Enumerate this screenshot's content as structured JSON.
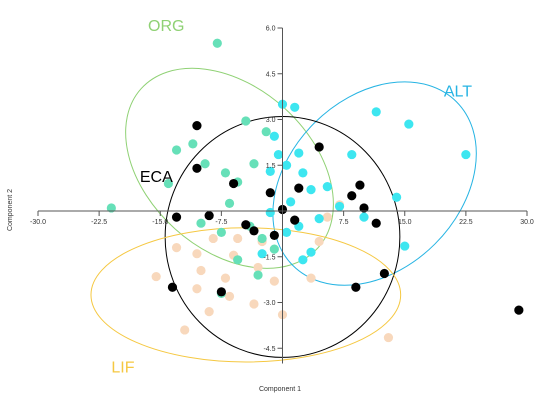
{
  "chart_data": {
    "type": "scatter",
    "xlabel": "Component 1",
    "ylabel": "Component 2",
    "xlim": [
      -30,
      30
    ],
    "ylim": [
      -5.0,
      6.0
    ],
    "xticks": [
      -30.0,
      -22.5,
      -15.0,
      -7.5,
      0,
      7.5,
      15.0,
      22.5,
      30.0
    ],
    "xtick_labels": [
      "-30.0",
      "-22.5",
      "-15.0",
      "-7.5",
      "",
      "7.5",
      "15.0",
      "22.5",
      "30.0"
    ],
    "yticks": [
      -4.5,
      -3.0,
      -1.5,
      1.5,
      3.0,
      4.5,
      6.0
    ],
    "ytick_labels": [
      "-4.5",
      "-3.0",
      "-1.5",
      "1.5",
      "3.0",
      "4.5",
      "6.0"
    ],
    "grid": false,
    "series": [
      {
        "name": "ORG",
        "color": "#8fd174",
        "point_color": "#66e0b8",
        "label_at": [
          -16.5,
          5.9
        ],
        "ellipse": {
          "center": [
            -6.5,
            1.4
          ],
          "rx": 10.0,
          "ry": 3.9,
          "rotation_deg": -48
        },
        "points": [
          [
            -21,
            0.1
          ],
          [
            -8,
            5.5
          ],
          [
            -13,
            2.0
          ],
          [
            -14,
            0.9
          ],
          [
            -11,
            2.2
          ],
          [
            -9.5,
            1.55
          ],
          [
            -7.0,
            1.25
          ],
          [
            -5.5,
            0.95
          ],
          [
            -3.5,
            1.55
          ],
          [
            -4.5,
            2.95
          ],
          [
            -2.0,
            2.6
          ],
          [
            -6.5,
            0.25
          ],
          [
            -10.0,
            -0.4
          ],
          [
            -7.5,
            -0.7
          ],
          [
            -4.0,
            -0.5
          ],
          [
            -2.5,
            -0.9
          ],
          [
            -1.0,
            -1.25
          ],
          [
            -5.5,
            -1.6
          ],
          [
            -3.0,
            -2.1
          ],
          [
            -7.5,
            -2.7
          ]
        ]
      },
      {
        "name": "ALT",
        "color": "#27b4e3",
        "point_color": "#3de6f0",
        "label_at": [
          19.8,
          3.75
        ],
        "ellipse": {
          "center": [
            11.3,
            0.9
          ],
          "rx": 14.2,
          "ry": 2.8,
          "rotation_deg": -45
        },
        "points": [
          [
            0,
            3.5
          ],
          [
            1.5,
            3.4
          ],
          [
            -1.0,
            2.45
          ],
          [
            -0.5,
            1.85
          ],
          [
            2.0,
            1.9
          ],
          [
            0.5,
            1.5
          ],
          [
            2.5,
            1.25
          ],
          [
            -1.5,
            1.3
          ],
          [
            3.5,
            0.7
          ],
          [
            5.5,
            0.8
          ],
          [
            8.5,
            1.85
          ],
          [
            11.5,
            3.25
          ],
          [
            15.5,
            2.85
          ],
          [
            22.5,
            1.85
          ],
          [
            14.0,
            0.45
          ],
          [
            7.0,
            0.15
          ],
          [
            10.0,
            -0.2
          ],
          [
            4.5,
            -0.25
          ],
          [
            2.0,
            -0.5
          ],
          [
            0.5,
            -0.7
          ],
          [
            3.5,
            -1.35
          ],
          [
            -2.5,
            -1.4
          ],
          [
            2.5,
            -1.6
          ],
          [
            15.0,
            -1.15
          ],
          [
            1.0,
            0.3
          ],
          [
            -1.5,
            -0.05
          ]
        ]
      },
      {
        "name": "ECA",
        "color": "#000000",
        "point_color": "#000000",
        "label_at": [
          -17.5,
          0.95
        ],
        "ellipse": {
          "center": [
            0,
            -0.85
          ],
          "rx": 14.4,
          "ry": 3.95,
          "rotation_deg": 0
        },
        "points": [
          [
            -10.5,
            2.8
          ],
          [
            -10.5,
            1.4
          ],
          [
            -6.0,
            0.9
          ],
          [
            -1.5,
            0.6
          ],
          [
            2.0,
            0.75
          ],
          [
            4.5,
            2.1
          ],
          [
            9.5,
            0.85
          ],
          [
            8.5,
            0.5
          ],
          [
            10.0,
            0.1
          ],
          [
            -13.0,
            -0.2
          ],
          [
            -9.0,
            -0.15
          ],
          [
            -3.5,
            -0.65
          ],
          [
            -1.0,
            -0.8
          ],
          [
            0.0,
            0.05
          ],
          [
            1.5,
            -0.3
          ],
          [
            11.5,
            -0.4
          ],
          [
            -13.5,
            -2.5
          ],
          [
            -7.5,
            -2.65
          ],
          [
            9.0,
            -2.5
          ],
          [
            12.5,
            -2.05
          ],
          [
            29,
            -3.25
          ],
          [
            -4.5,
            -0.45
          ]
        ]
      },
      {
        "name": "LIF",
        "color": "#f5c842",
        "point_color": "#f8d8bc",
        "label_at": [
          -21.0,
          -5.3
        ],
        "ellipse": {
          "center": [
            -4.5,
            -2.75
          ],
          "rx": 19.0,
          "ry": 2.2,
          "rotation_deg": 0
        },
        "points": [
          [
            -13.0,
            -1.2
          ],
          [
            -10.5,
            -1.4
          ],
          [
            -8.5,
            -0.9
          ],
          [
            -6.0,
            -1.45
          ],
          [
            -5.5,
            -0.9
          ],
          [
            -10.0,
            -1.95
          ],
          [
            -7.0,
            -2.2
          ],
          [
            -3.0,
            -1.85
          ],
          [
            -2.5,
            -1.0
          ],
          [
            -15.5,
            -2.15
          ],
          [
            -10.5,
            -2.55
          ],
          [
            -9.0,
            -3.3
          ],
          [
            -6.5,
            -2.8
          ],
          [
            -3.5,
            -3.05
          ],
          [
            0.0,
            -3.4
          ],
          [
            3.5,
            -2.2
          ],
          [
            4.5,
            -1.0
          ],
          [
            5.5,
            -0.2
          ],
          [
            7.0,
            0.2
          ],
          [
            13.0,
            -4.15
          ],
          [
            -1.0,
            -2.3
          ],
          [
            -12.0,
            -3.9
          ]
        ]
      }
    ]
  }
}
